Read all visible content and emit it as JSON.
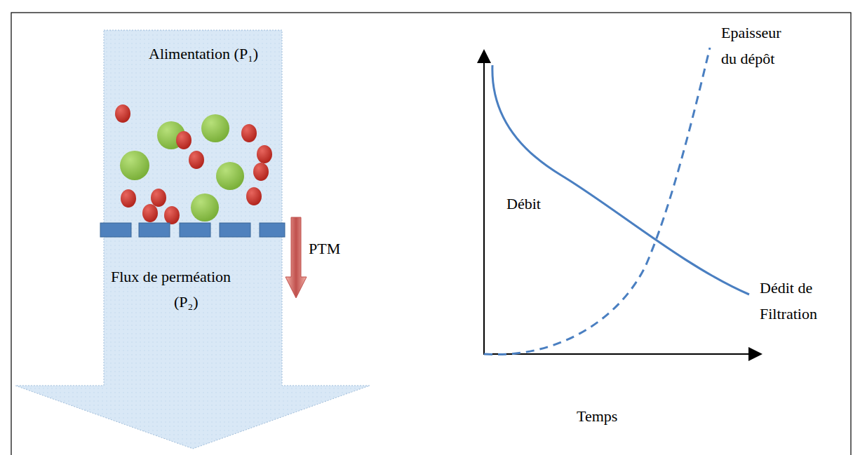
{
  "diagram": {
    "labels": [
      "Alimentation (P₁)",
      "PTM",
      "Flux de perméation",
      "(P₂)",
      "Débit",
      "Temps",
      "Epaisseur du dépôt",
      "Dédit de Filtration"
    ]
  }
}
